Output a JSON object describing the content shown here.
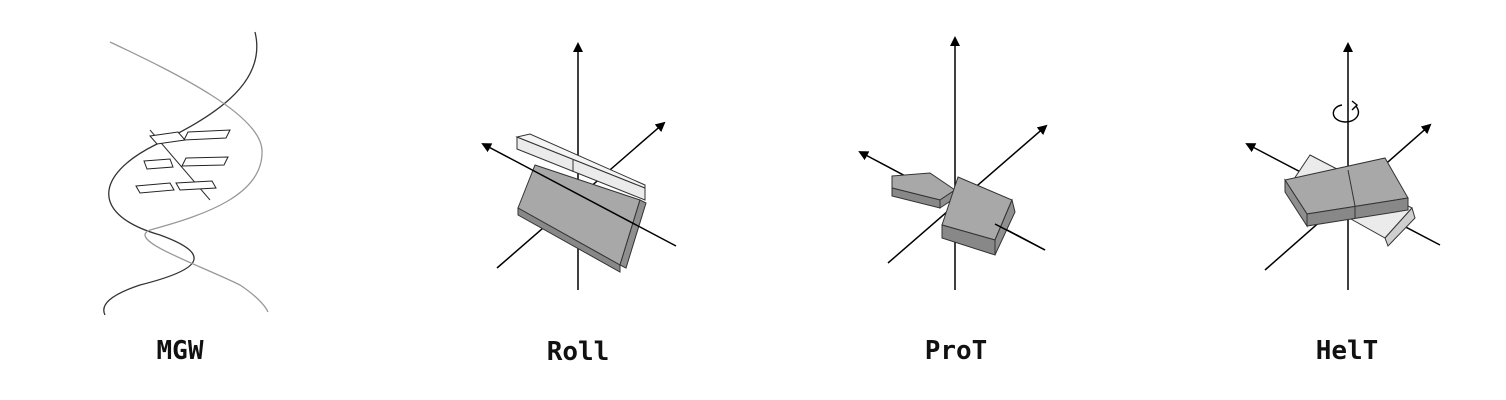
{
  "panels": [
    {
      "label": "MGW",
      "icon": "dna-double-helix-icon"
    },
    {
      "label": "Roll",
      "icon": "base-pair-roll-icon"
    },
    {
      "label": "ProT",
      "icon": "propeller-twist-icon"
    },
    {
      "label": "HelT",
      "icon": "helix-twist-icon"
    }
  ],
  "colors": {
    "block_dark": "#a8a8a8",
    "block_side": "#888888",
    "block_light": "#ebebeb",
    "block_light_side": "#cfcfcf",
    "stroke": "#222222",
    "helix_light": "#999999"
  }
}
